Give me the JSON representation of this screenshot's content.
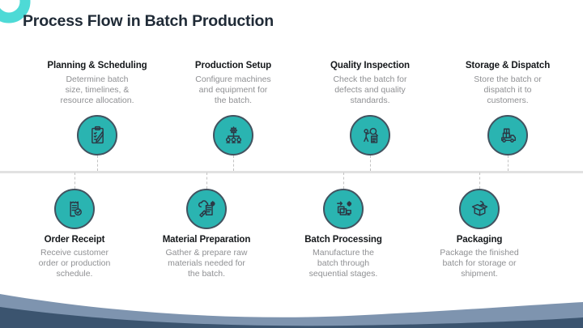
{
  "title": "Process Flow in Batch Production",
  "colors": {
    "accent_teal": "#2ab4b1",
    "circle_border": "#42525f",
    "icon_stroke": "#2c3845",
    "ring_teal": "#4edad6",
    "timeline_gray": "#e2e2e2",
    "wave_light": "#7e94af",
    "wave_dark": "#3b546f",
    "heading_text": "#15181b",
    "body_text": "#8f9093"
  },
  "steps": [
    {
      "title": "Planning & Scheduling",
      "description": "Determine batch\nsize, timelines, &\nresource allocation.",
      "icon": "clipboard-checklist-icon",
      "position": "top"
    },
    {
      "title": "Production Setup",
      "description": "Configure machines\nand equipment for\nthe batch.",
      "icon": "machine-network-icon",
      "position": "top"
    },
    {
      "title": "Quality Inspection",
      "description": "Check the batch for\ndefects and quality\nstandards.",
      "icon": "inspector-magnifier-icon",
      "position": "top"
    },
    {
      "title": "Storage & Dispatch",
      "description": "Store the batch or\ndispatch it to\ncustomers.",
      "icon": "truck-boxes-icon",
      "position": "top"
    },
    {
      "title": "Order Receipt",
      "description": "Receive customer\norder or production\nschedule.",
      "icon": "receipt-check-icon",
      "position": "bottom"
    },
    {
      "title": "Material Preparation",
      "description": "Gather & prepare raw\nmaterials needed for\nthe batch.",
      "icon": "raw-materials-icon",
      "position": "bottom"
    },
    {
      "title": "Batch Processing",
      "description": "Manufacture the\nbatch through\nsequential stages.",
      "icon": "process-stages-icon",
      "position": "bottom"
    },
    {
      "title": "Packaging",
      "description": "Package the finished\nbatch for storage or\nshipment.",
      "icon": "open-box-icon",
      "position": "bottom"
    }
  ]
}
